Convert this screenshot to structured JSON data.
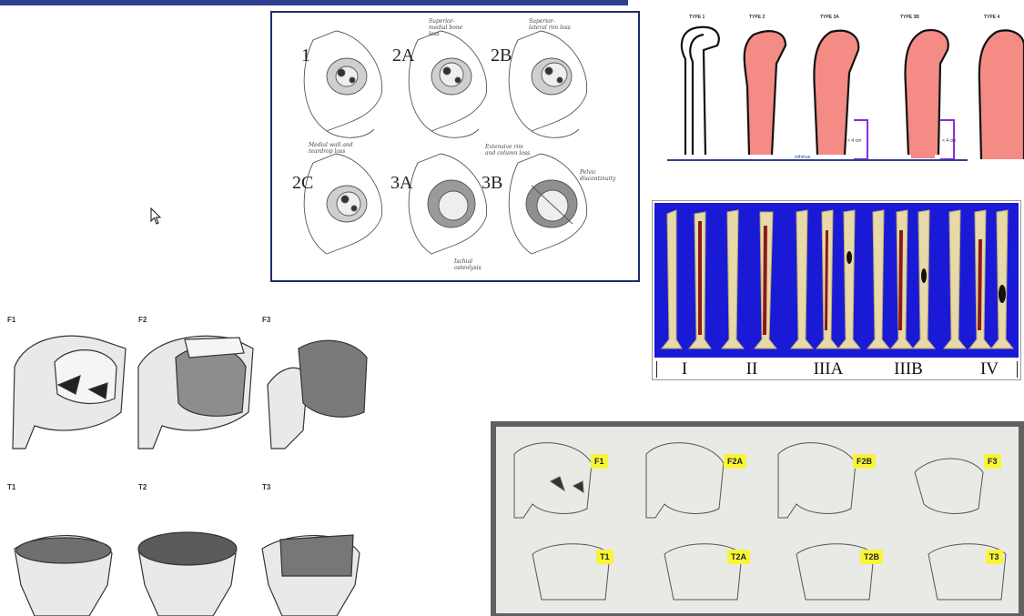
{
  "colors": {
    "header_bar": "#2e3f8f",
    "frame_blue": "#1f2a6b",
    "femur_bg_blue": "#1a1ad6",
    "defect_fill": "#f48b85",
    "bracket_purple": "#8a2be2",
    "tag_yellow": "#f7f53a",
    "drawing_frame_gray": "#616161"
  },
  "acetabular_panel": {
    "labels": [
      "1",
      "2A",
      "2B",
      "2C",
      "3A",
      "3B"
    ],
    "notes": {
      "superomedial": "Superior-medial bone loss",
      "superolateral": "Superior-lateral rim loss",
      "medialwall": "Medial wall and teardrop loss",
      "extensive": "Extensive rim and column loss",
      "discontinuity": "Pelvic discontinuity",
      "ischial": "Ischial osteolysis"
    }
  },
  "femur_types_panel": {
    "type_labels": [
      "TYPE 1",
      "TYPE 2",
      "TYPE 3A",
      "TYPE 3B",
      "TYPE 4"
    ],
    "measure_3a": "< 4 cm",
    "measure_3b": "< 4 cm",
    "baseline_label": "isthmus"
  },
  "femur_photo_panel": {
    "roman_labels": [
      "I",
      "II",
      "IIIA",
      "IIIB",
      "IV"
    ]
  },
  "fracture_drawings": {
    "tags": [
      "F1",
      "F2",
      "F3",
      "T1",
      "T2",
      "T3"
    ]
  },
  "pencil_drawings": {
    "tags": [
      "F1",
      "F2A",
      "F2B",
      "F3",
      "T1",
      "T2A",
      "T2B",
      "T3"
    ]
  },
  "icons": {
    "cursor": "mouse-pointer-icon"
  }
}
